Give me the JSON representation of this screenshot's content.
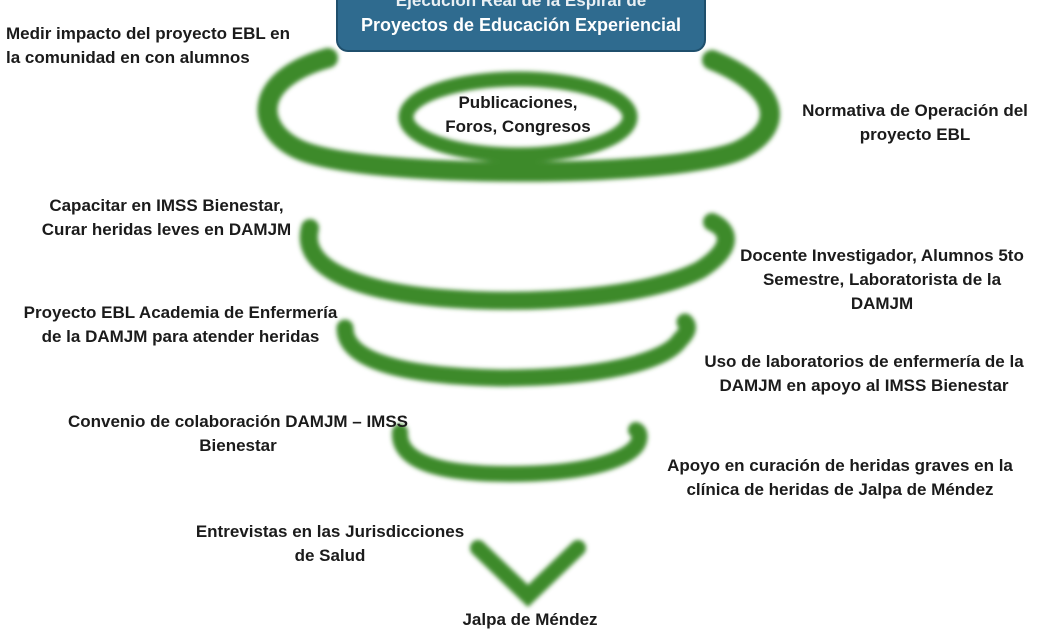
{
  "header": {
    "title_line1": "Ejecución Real de la Espiral de",
    "title_line2": "Proyectos de Educación Experiencial"
  },
  "labels": {
    "center": "Publicaciones,\nForos, Congresos",
    "medir": "Medir impacto del proyecto EBL en\nla comunidad en con alumnos",
    "normativa": "Normativa de Operación del\nproyecto EBL",
    "capacitar": "Capacitar en IMSS Bienestar,\nCurar heridas leves en DAMJM",
    "docente": "Docente Investigador, Alumnos 5to\nSemestre, Laboratorista de la\nDAMJM",
    "proyecto": "Proyecto EBL Academia de Enfermería\nde la DAMJM para atender heridas",
    "uso": "Uso de laboratorios de enfermería de la\nDAMJM en apoyo al IMSS Bienestar",
    "convenio": "Convenio de colaboración DAMJM – IMSS\nBienestar",
    "apoyo": "Apoyo en curación de heridas graves en la\nclínica de heridas de Jalpa de Méndez",
    "entrevistas": "Entrevistas en las Jurisdicciones\nde Salud",
    "bottom": "Jalpa de Méndez"
  },
  "colors": {
    "spiral": "#3d8a2c",
    "title_bg": "#2f6b8f"
  }
}
